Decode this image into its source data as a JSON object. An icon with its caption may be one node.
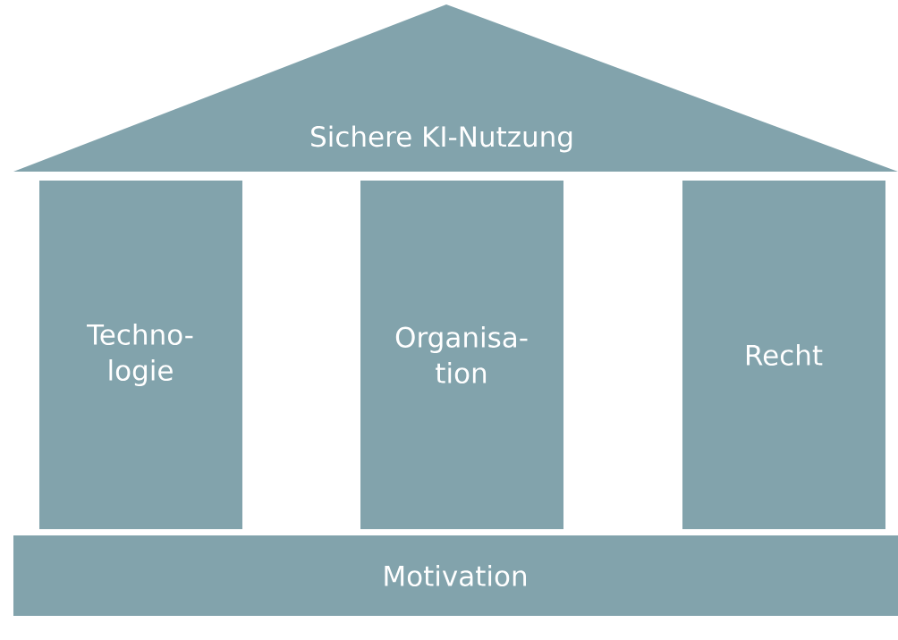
{
  "diagram": {
    "nodes": [
      {
        "text": [
          "Sichere KI-Nutzung"
        ]
      },
      {
        "text": [
          "Techno- logie"
        ]
      },
      {
        "text": [
          "Organisa- tion"
        ]
      },
      {
        "text": [
          "Recht"
        ]
      },
      {
        "text": [
          "Motivation"
        ]
      }
    ]
  }
}
